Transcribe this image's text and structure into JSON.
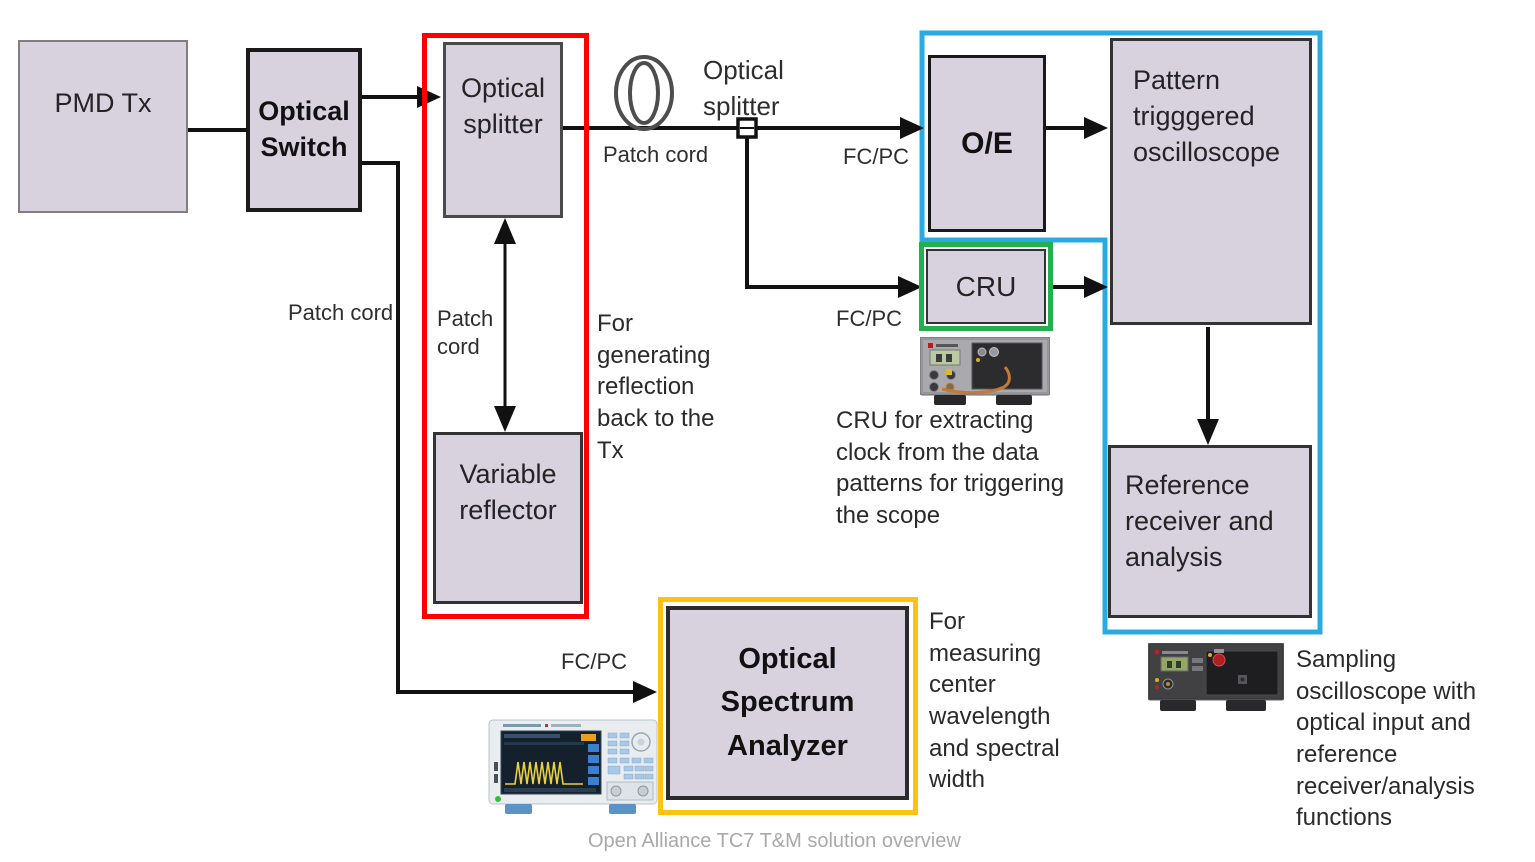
{
  "diagram": {
    "caption": "Open Alliance TC7 T&M solution overview"
  },
  "blocks": {
    "pmd_tx": {
      "label": "PMD Tx"
    },
    "optical_switch": {
      "label": "Optical Switch"
    },
    "optical_splitter": {
      "label": "Optical splitter"
    },
    "variable_reflector": {
      "label": "Variable reflector"
    },
    "oe_converter": {
      "label": "O/E"
    },
    "cru": {
      "label": "CRU"
    },
    "pattern_scope": {
      "label": "Pattern trigggered oscilloscope"
    },
    "reference_receiver": {
      "label": "Reference receiver and analysis"
    },
    "osa": {
      "label": "Optical Spectrum Analyzer"
    }
  },
  "labels": {
    "optical_splitter_node": "Optical splitter",
    "patch_cord_fiber": "Patch cord",
    "patch_cord_switch": "Patch cord",
    "patch_cord_reflector": "Patch cord",
    "fcpc_oe": "FC/PC",
    "fcpc_cru": "FC/PC",
    "fcpc_osa": "FC/PC"
  },
  "annotations": {
    "reflection_note": "For generating reflection back to the Tx",
    "cru_note": "CRU for extracting clock from the data patterns for triggering the scope",
    "osa_note": "For measuring center wavelength and spectral width",
    "sampling_note": "Sampling oscilloscope with optical input and reference receiver/analysis functions"
  },
  "colors": {
    "highlight_red": "#ff0000",
    "highlight_green": "#22b14c",
    "highlight_cyan": "#29abe2",
    "highlight_yellow": "#ffc20e",
    "block_fill": "#d8d2de",
    "line_black": "#111111",
    "caption_gray": "#a9a9a9"
  }
}
